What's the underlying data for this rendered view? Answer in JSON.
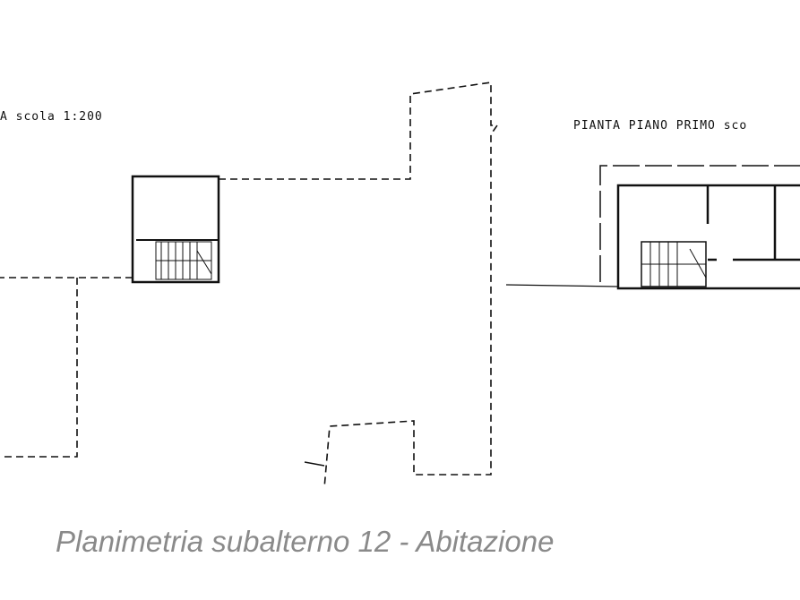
{
  "left_plan": {
    "title": "A   scola 1:200"
  },
  "right_plan": {
    "title": "PIANTA PIANO PRIMO  sco"
  },
  "caption": "Planimetria subalterno 12 - Abitazione",
  "colors": {
    "line": "#111111",
    "caption": "#8a8a8a"
  }
}
